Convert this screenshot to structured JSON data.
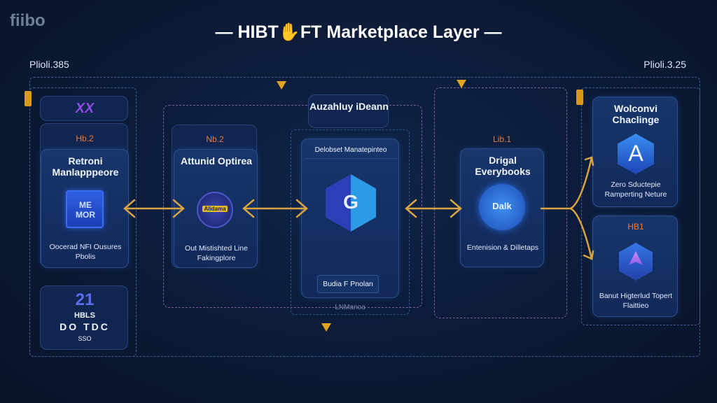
{
  "header": {
    "logo": "fiibo",
    "title": "HIBT✋FT Marketplace Layer",
    "left_label": "Plioli.385",
    "right_label": "Plioli.3.25"
  },
  "left": {
    "top_icon": "XX",
    "card1": {
      "badge": "Hb.2",
      "title": "Retroni Manlapppeore",
      "icon_text": "ME MOR",
      "desc": "Oocerad NFI Ousures Pbolis"
    },
    "card2": {
      "number": "21",
      "title": "HBLS",
      "scribble": "DO TDC",
      "sub": "SSO"
    }
  },
  "mid_left": {
    "badge": "Nb.2",
    "title": "Attunid Optirea",
    "icon_text": "Alidama",
    "desc": "Out Mistishted Line Fakingplore"
  },
  "center": {
    "title": "Auzahluy iDeann",
    "header": "Delobset Manatepinteo",
    "icon": "hex-logo-icon",
    "button": "Budia F Pnolan",
    "footer": "LNManoa"
  },
  "mid_right": {
    "badge": "Lib.1",
    "title": "Drigal Everybooks",
    "icon_text": "Dalk",
    "desc": "Entenision & Dilletaps"
  },
  "right": {
    "card1": {
      "title": "Wolconvi Chaclinge",
      "icon_text": "A",
      "desc": "Zero Sductepie Ramperting Neture"
    },
    "card2": {
      "badge": "HB1",
      "desc": "Banut Higterlud Topert Flaittieo"
    }
  },
  "colors": {
    "accent": "#e2a31f",
    "badge": "#ef7a3a",
    "card": "#17366b"
  }
}
